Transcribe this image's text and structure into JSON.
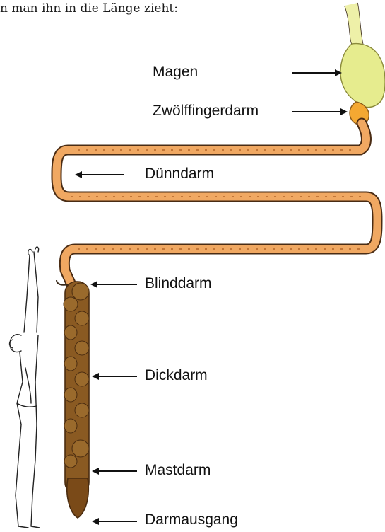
{
  "caption": "n man ihn in die Länge zieht:",
  "labels": {
    "magen": "Magen",
    "zwoelffingerdarm": "Zwölffingerdarm",
    "duenndarm": "Dünndarm",
    "blinddarm": "Blinddarm",
    "dickdarm": "Dickdarm",
    "mastdarm": "Mastdarm",
    "darmausgang": "Darmausgang"
  },
  "colors": {
    "stomach": "#e6ec8e",
    "duodenum": "#f4a832",
    "small_intestine": "#f0a862",
    "large_intestine": "#8a5a22",
    "outline": "#3a2a1a"
  }
}
